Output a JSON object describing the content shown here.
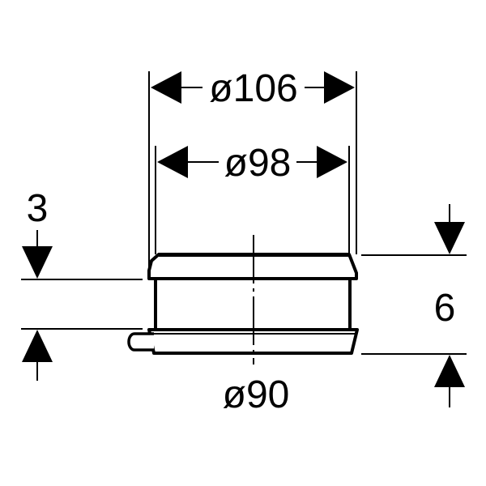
{
  "drawing": {
    "dim_outer_diameter": "ø106",
    "dim_inner_diameter": "ø98",
    "dim_base_diameter": "ø90",
    "dim_gap": "3",
    "dim_height": "6"
  },
  "colors": {
    "line": "#000000",
    "background": "#ffffff"
  }
}
